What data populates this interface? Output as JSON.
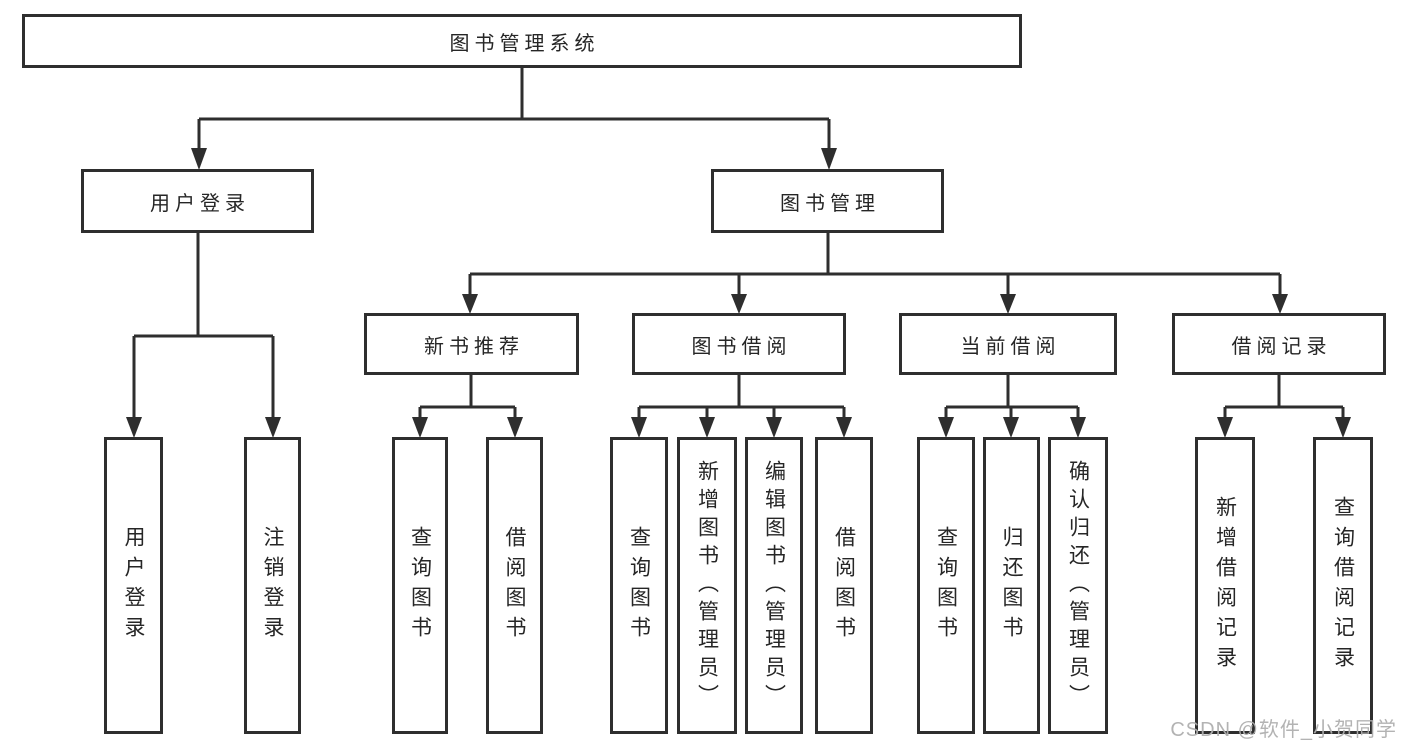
{
  "diagram": {
    "type": "hierarchy-flowchart",
    "title": "图书管理系统",
    "nodes": {
      "root": "图书管理系统",
      "user_login": "用户登录",
      "book_mgmt": "图书管理",
      "new_book_rec": "新书推荐",
      "book_borrow": "图书借阅",
      "current_borrow": "当前借阅",
      "borrow_records": "借阅记录",
      "leaf_user_login": "用户登录",
      "leaf_logout": "注销登录",
      "leaf_query_book_a": "查询图书",
      "leaf_borrow_book_a": "借阅图书",
      "leaf_query_book_b": "查询图书",
      "leaf_add_book": "新增图书（管理员）",
      "leaf_edit_book": "编辑图书（管理员）",
      "leaf_borrow_book_b": "借阅图书",
      "leaf_query_book_c": "查询图书",
      "leaf_return_book": "归还图书",
      "leaf_confirm_return": "确认归还（管理员）",
      "leaf_add_record": "新增借阅记录",
      "leaf_query_record": "查询借阅记录"
    },
    "edges": [
      [
        "root",
        "user_login"
      ],
      [
        "root",
        "book_mgmt"
      ],
      [
        "user_login",
        "leaf_user_login"
      ],
      [
        "user_login",
        "leaf_logout"
      ],
      [
        "book_mgmt",
        "new_book_rec"
      ],
      [
        "book_mgmt",
        "book_borrow"
      ],
      [
        "book_mgmt",
        "current_borrow"
      ],
      [
        "book_mgmt",
        "borrow_records"
      ],
      [
        "new_book_rec",
        "leaf_query_book_a"
      ],
      [
        "new_book_rec",
        "leaf_borrow_book_a"
      ],
      [
        "book_borrow",
        "leaf_query_book_b"
      ],
      [
        "book_borrow",
        "leaf_add_book"
      ],
      [
        "book_borrow",
        "leaf_edit_book"
      ],
      [
        "book_borrow",
        "leaf_borrow_book_b"
      ],
      [
        "current_borrow",
        "leaf_query_book_c"
      ],
      [
        "current_borrow",
        "leaf_return_book"
      ],
      [
        "current_borrow",
        "leaf_confirm_return"
      ],
      [
        "borrow_records",
        "leaf_add_record"
      ],
      [
        "borrow_records",
        "leaf_query_record"
      ]
    ],
    "colors": {
      "line": "#2e2e2e",
      "box_border": "#2e2e2e",
      "text": "#262626",
      "background": "#ffffff",
      "watermark": "#afafaf"
    }
  },
  "watermark": "CSDN @软件_小贺同学"
}
